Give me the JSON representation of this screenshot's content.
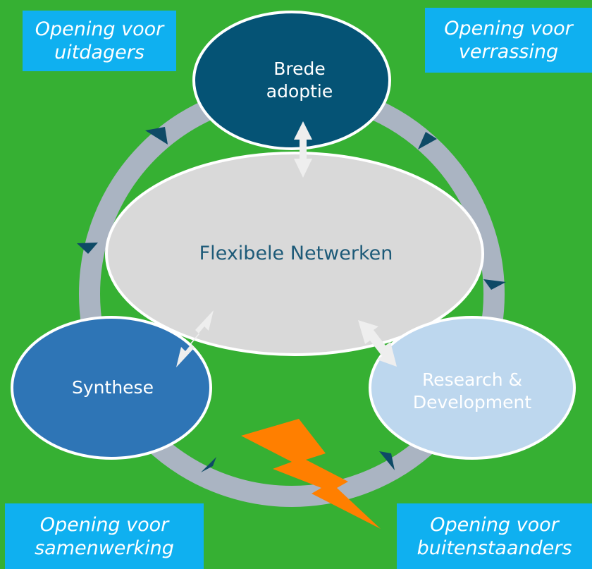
{
  "nodes": {
    "top": {
      "line1": "Brede",
      "line2": "adoptie",
      "fill": "#055375"
    },
    "center": {
      "label": "Flexibele Netwerken",
      "fill": "#d9d9d9"
    },
    "left": {
      "label": "Synthese",
      "fill": "#2e75b6"
    },
    "right": {
      "line1": "Research &",
      "line2": "Development",
      "fill": "#bdd7ee"
    }
  },
  "notes": {
    "top_left": {
      "line1": "Opening voor",
      "line2": "uitdagers"
    },
    "top_right": {
      "line1": "Opening voor",
      "line2": "verrassing"
    },
    "bottom_left": {
      "line1": "Opening voor",
      "line2": "samenwerking"
    },
    "bottom_right": {
      "line1": "Opening voor",
      "line2": "buitenstaanders"
    }
  },
  "colors": {
    "background": "#36b033",
    "ring": "#aab4c2",
    "note_fill": "#0fb0f0",
    "lightning": "#ff7f00",
    "arrowhead": "#0e4a66"
  }
}
